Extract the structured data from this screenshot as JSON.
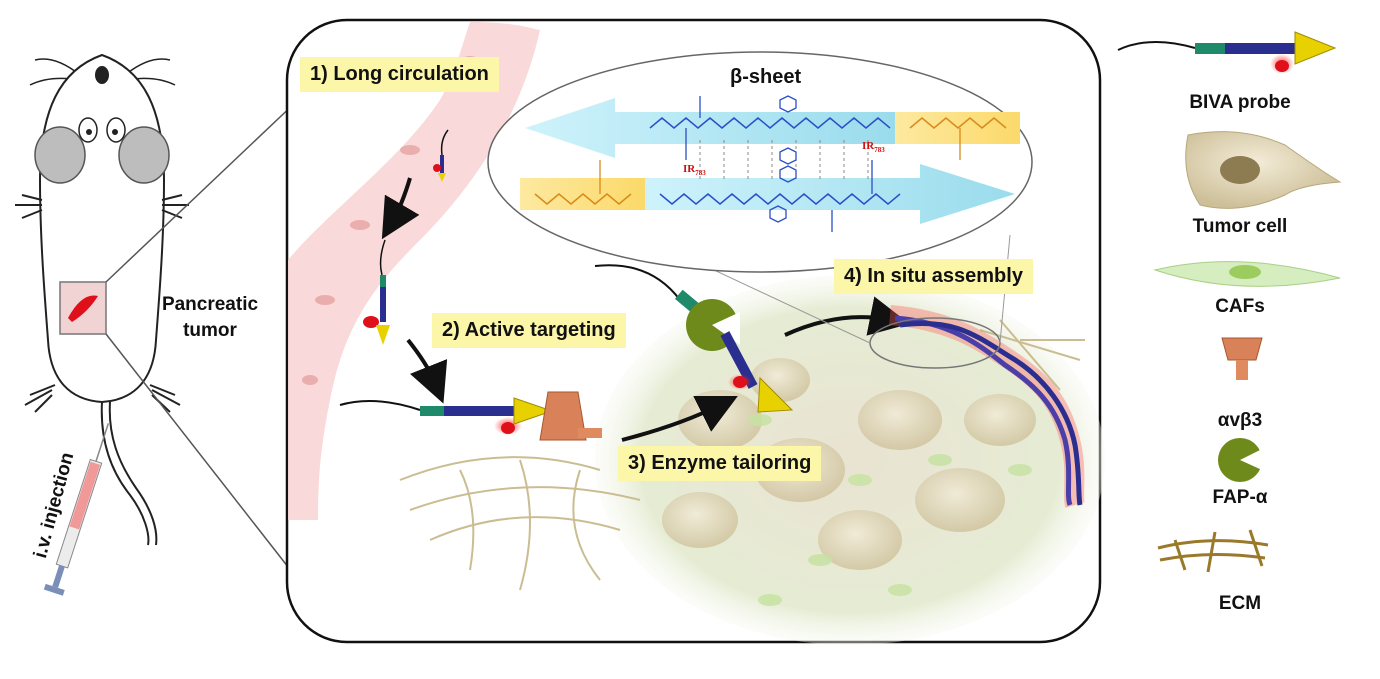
{
  "mouse": {
    "tumor_label_line1": "Pancreatic",
    "tumor_label_line2": "tumor",
    "injection_label": "i.v. injection"
  },
  "steps": {
    "step1": "1) Long circulation",
    "step2": "2) Active targeting",
    "step3": "3) Enzyme tailoring",
    "step4": "4) In situ assembly"
  },
  "beta_sheet": {
    "title": "β-sheet",
    "ir_label": "IR",
    "ir_subscript": "783"
  },
  "legend": {
    "items": [
      {
        "label": "BIVA probe",
        "icon": "biva-probe-icon"
      },
      {
        "label": "Tumor cell",
        "icon": "tumor-cell-icon"
      },
      {
        "label": "CAFs",
        "icon": "caf-icon"
      },
      {
        "label": "αvβ3",
        "icon": "integrin-icon"
      },
      {
        "label": "FAP-α",
        "icon": "fap-alpha-icon"
      },
      {
        "label": "ECM",
        "icon": "ecm-icon"
      }
    ]
  },
  "colors": {
    "probe_shaft": "#2a2f8f",
    "probe_green": "#1f8a6a",
    "probe_tip": "#e8d100",
    "dye_red": "#e0101a",
    "vessel": "#f6c6c6",
    "step_box": "#fbf6a8",
    "fap": "#6d8a1a",
    "integrin": "#d9825a",
    "ecm": "#9a7a2a",
    "strand_blue": "#4a5cc8",
    "arrow_cyan": "#b6e9f5"
  }
}
